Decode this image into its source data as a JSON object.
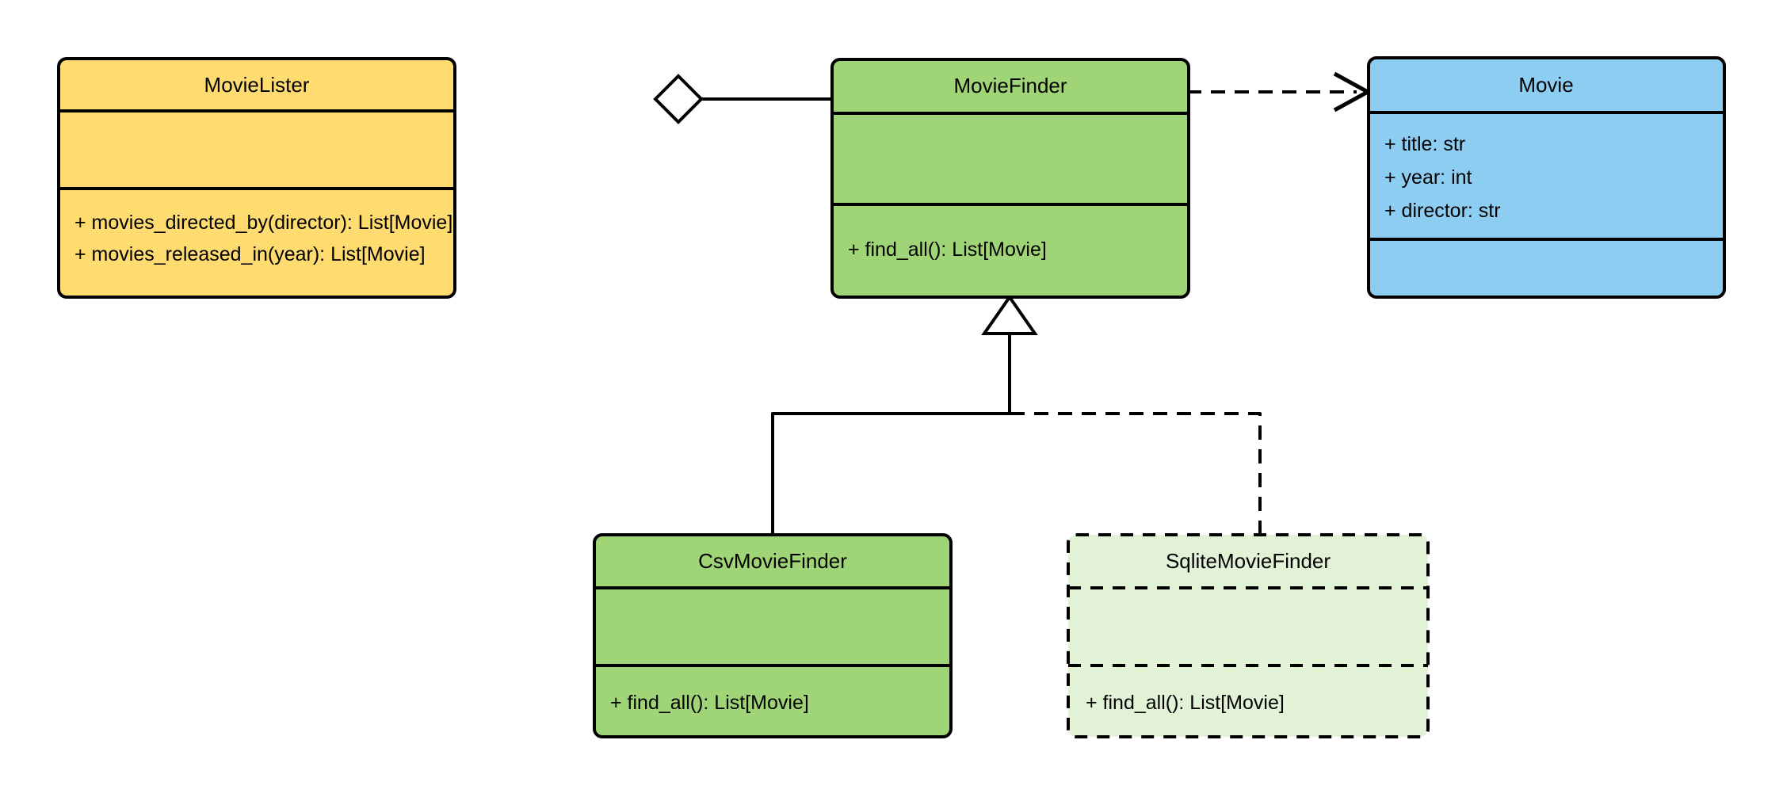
{
  "diagram": {
    "kind": "uml-class-diagram",
    "background": "#ffffff",
    "stroke_color": "#000000"
  },
  "palette": {
    "yellow": "#ffdb70",
    "green": "#9fd477",
    "blue": "#8ecdf2",
    "light_green": "#e2f2d6",
    "white": "#ffffff",
    "black": "#000000"
  },
  "classes": {
    "movie_lister": {
      "name": "MovieLister",
      "fill": "#ffdb70",
      "border_style": "solid",
      "attributes": [],
      "methods": [
        "+ movies_directed_by(director): List[Movie]",
        "+ movies_released_in(year): List[Movie]"
      ]
    },
    "movie_finder": {
      "name": "MovieFinder",
      "fill": "#9fd477",
      "border_style": "solid",
      "attributes": [],
      "methods": [
        "+ find_all(): List[Movie]"
      ]
    },
    "movie": {
      "name": "Movie",
      "fill": "#8ecdf2",
      "border_style": "solid",
      "attributes": [
        "+ title: str",
        "+ year: int",
        "+ director: str"
      ],
      "methods": []
    },
    "csv_movie_finder": {
      "name": "CsvMovieFinder",
      "fill": "#9fd477",
      "border_style": "solid",
      "attributes": [],
      "methods": [
        "+ find_all(): List[Movie]"
      ]
    },
    "sqlite_movie_finder": {
      "name": "SqliteMovieFinder",
      "fill": "#e2f2d6",
      "border_style": "dashed",
      "attributes": [],
      "methods": [
        "+ find_all(): List[Movie]"
      ]
    }
  },
  "relationships": {
    "aggregation": {
      "type": "aggregation",
      "source": "MovieLister",
      "target": "MovieFinder",
      "line_style": "solid",
      "marker": "hollow-diamond"
    },
    "dependency": {
      "type": "dependency",
      "source": "MovieFinder",
      "target": "Movie",
      "line_style": "dashed",
      "marker": "open-arrow"
    },
    "inheritance_csv": {
      "type": "generalization",
      "source": "CsvMovieFinder",
      "target": "MovieFinder",
      "line_style": "solid",
      "marker": "hollow-triangle"
    },
    "inheritance_sqlite": {
      "type": "generalization",
      "source": "SqliteMovieFinder",
      "target": "MovieFinder",
      "line_style": "dashed",
      "marker": "hollow-triangle"
    }
  }
}
